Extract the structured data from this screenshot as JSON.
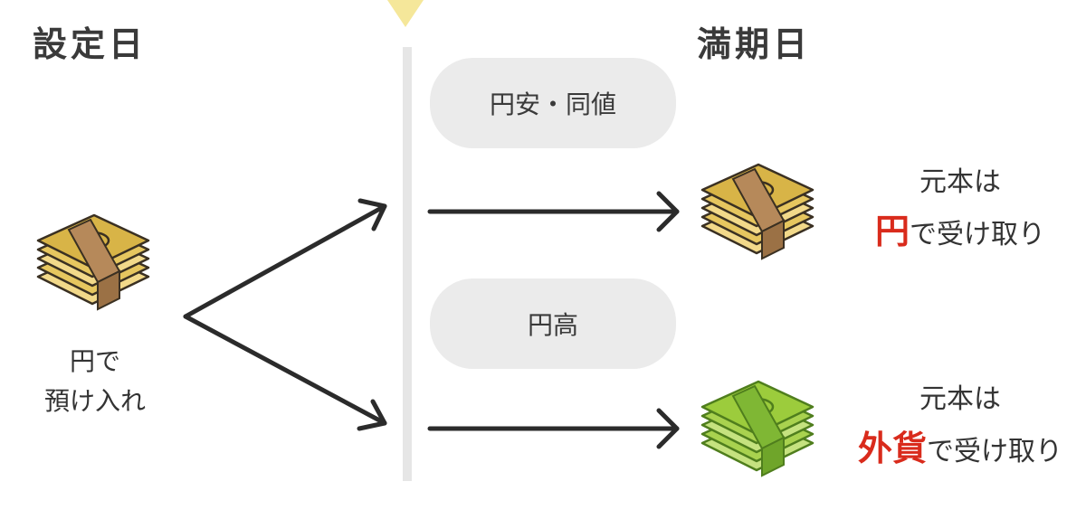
{
  "headings": {
    "start": "設定日",
    "end": "満期日"
  },
  "left": {
    "line1": "円で",
    "line2": "預け入れ"
  },
  "scenarios": [
    {
      "label": "円安・同値",
      "result_line1": "元本は",
      "result_highlight": "円",
      "result_rest": "で受け取り"
    },
    {
      "label": "円高",
      "result_line1": "元本は",
      "result_highlight": "外貨",
      "result_rest": "で受け取り"
    }
  ],
  "colors": {
    "accent_red": "#d92b1c",
    "pill_bg": "#ebebeb",
    "divider": "#e6e6e6",
    "marker": "#f5e79a",
    "yen_bills": "#e2c25a",
    "band": "#b6895a",
    "foreign_bills": "#9ccc3c",
    "foreign_band": "#6fa52a"
  },
  "icons": {
    "yen_stack": "money-stack-yen-icon",
    "foreign_stack": "money-stack-foreign-icon",
    "arrow": "arrow-right-icon"
  }
}
